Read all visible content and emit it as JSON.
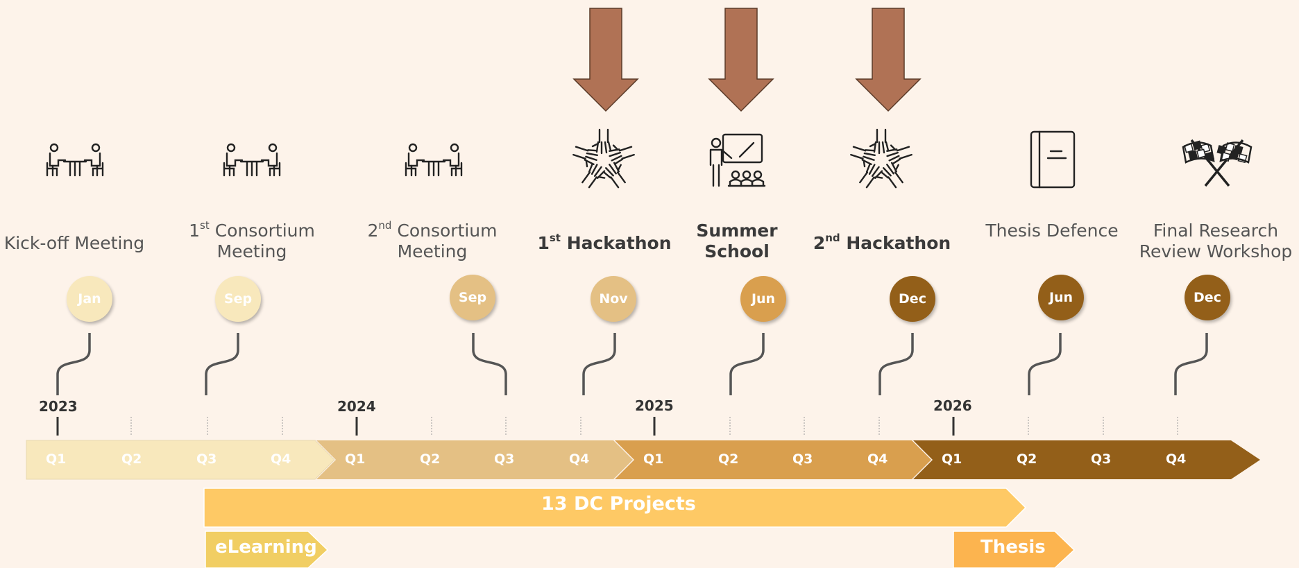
{
  "events": [
    {
      "id": "kickoff",
      "label": "Kick-off Meeting",
      "month": "Jan",
      "icon": "meeting-icon",
      "bold": false,
      "color": "#f8e8bc"
    },
    {
      "id": "consortium1",
      "label_prefix": "1",
      "label_sup": "st",
      "label_rest": " Consortium Meeting",
      "month": "Sep",
      "icon": "meeting-icon",
      "bold": false,
      "color": "#f8e8bc"
    },
    {
      "id": "consortium2",
      "label_prefix": "2",
      "label_sup": "nd",
      "label_rest": " Consortium Meeting",
      "month": "Sep",
      "icon": "meeting-icon",
      "bold": false,
      "color": "#e4c084"
    },
    {
      "id": "hackathon1",
      "label_prefix": "1",
      "label_sup": "st",
      "label_rest": " Hackathon",
      "month": "Nov",
      "icon": "hands-circle-icon",
      "bold": true,
      "color": "#e4c084"
    },
    {
      "id": "summer",
      "label": "Summer School",
      "month": "Jun",
      "icon": "teacher-classroom-icon",
      "bold": true,
      "color": "#d99f4e"
    },
    {
      "id": "hackathon2",
      "label_prefix": "2",
      "label_sup": "nd",
      "label_rest": " Hackathon",
      "month": "Dec",
      "icon": "hands-circle-icon",
      "bold": true,
      "color": "#935f19"
    },
    {
      "id": "thesis",
      "label": "Thesis Defence",
      "month": "Jun",
      "icon": "book-icon",
      "bold": false,
      "color": "#935f19"
    },
    {
      "id": "final",
      "label": "Final Research Review Workshop",
      "month": "Dec",
      "icon": "checkered-flags-icon",
      "bold": false,
      "color": "#935f19"
    }
  ],
  "years": [
    {
      "label": "2023",
      "color": "#f8e8bc"
    },
    {
      "label": "2024",
      "color": "#e4c084"
    },
    {
      "label": "2025",
      "color": "#d99f4e"
    },
    {
      "label": "2026",
      "color": "#935f19"
    }
  ],
  "quarters": [
    "Q1",
    "Q2",
    "Q3",
    "Q4"
  ],
  "bars": {
    "projects": {
      "label": "13 DC Projects",
      "color": "#fec965"
    },
    "elearning": {
      "label": "eLearning",
      "color": "#f1ce63"
    },
    "thesis": {
      "label": "Thesis",
      "color": "#fcb44f"
    }
  },
  "arrows": {
    "color": "#b07255",
    "targets": [
      "hackathon1",
      "summer",
      "hackathon2"
    ]
  }
}
